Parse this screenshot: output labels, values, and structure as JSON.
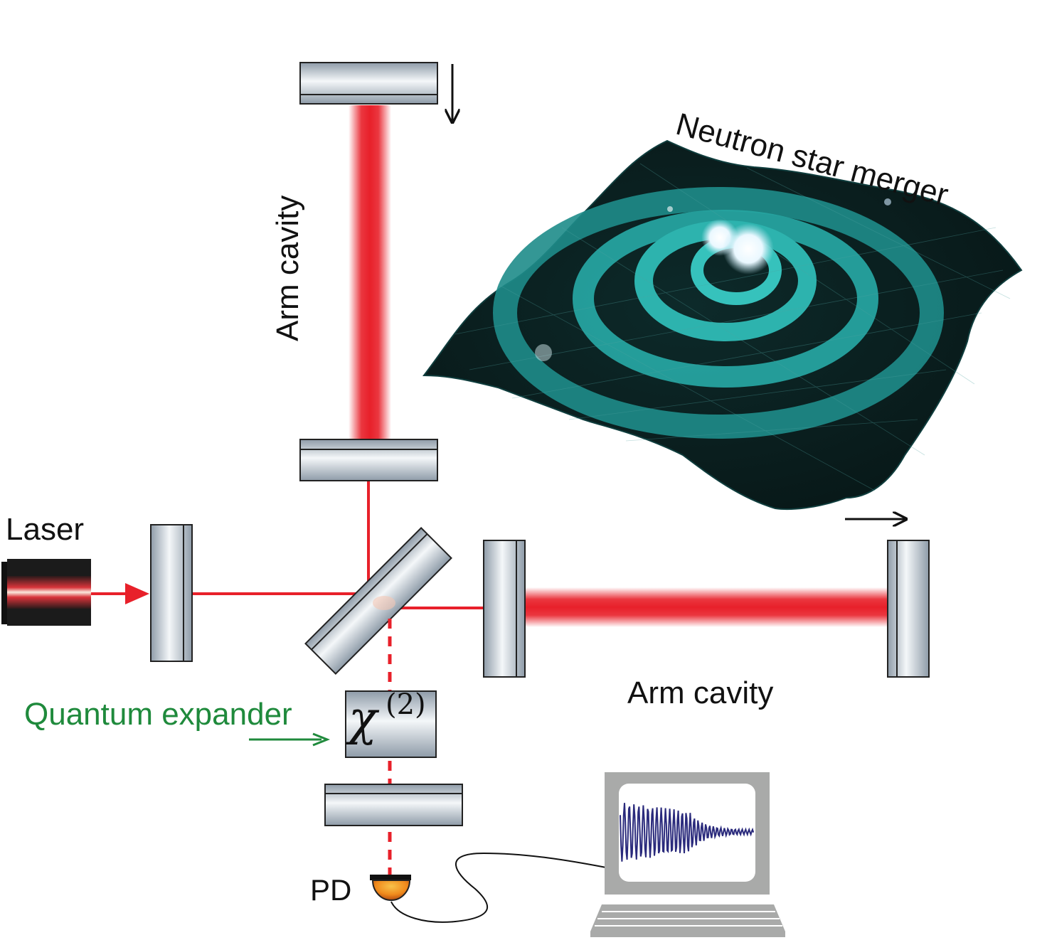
{
  "labels": {
    "laser": "Laser",
    "arm_cavity_vertical": "Arm cavity",
    "arm_cavity_horizontal": "Arm cavity",
    "quantum_expander": "Quantum expander",
    "photodetector": "PD",
    "neutron_star_merger": "Neutron star merger",
    "chi_symbol": "χ",
    "chi_superscript": "(2)"
  },
  "colors": {
    "laser_beam": "#e8202a",
    "quantum_expander_text": "#1f8a3c",
    "spacetime_surface": "#1e8c8a",
    "mirror": "#c9d3dc",
    "signal_trace": "#2a2a7c",
    "computer_frame": "#a9aaa9"
  },
  "icons": {
    "laser_source": "laser-icon",
    "photodetector": "photodetector-icon",
    "computer": "computer-monitor-icon",
    "spacetime": "gravitational-wave-surface-icon"
  }
}
